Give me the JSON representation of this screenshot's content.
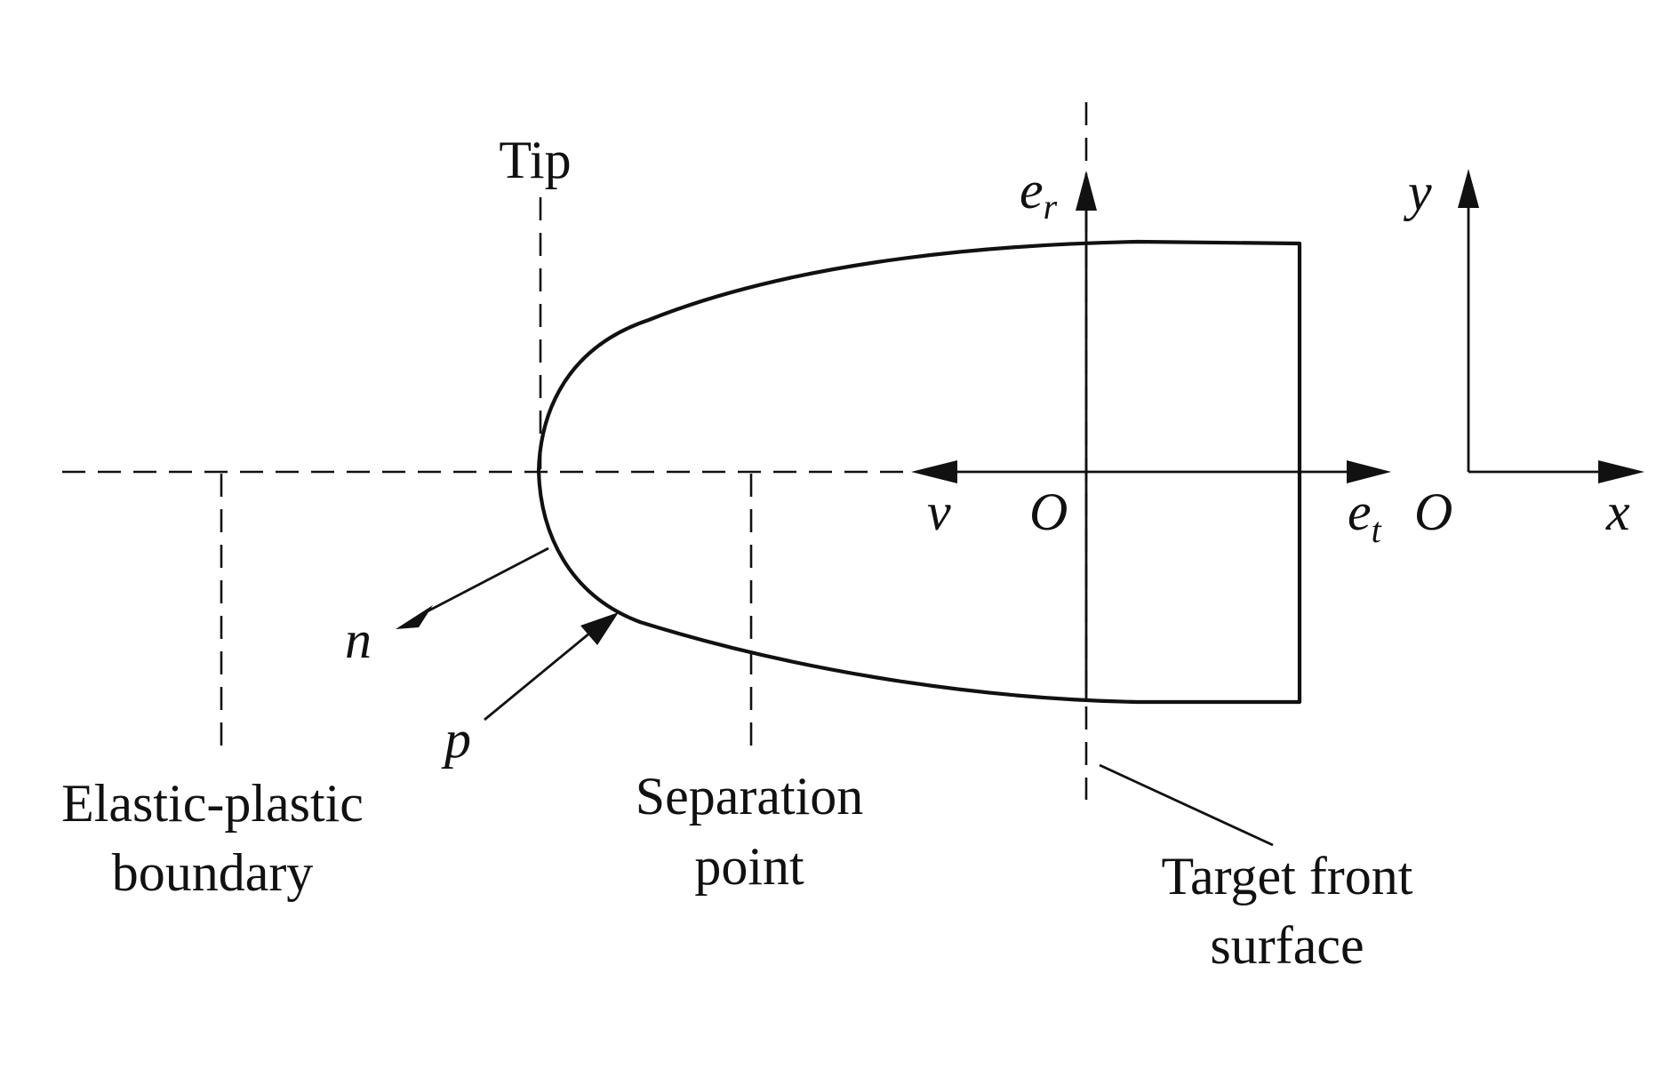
{
  "labels": {
    "tip": "Tip",
    "elastic_line1": "Elastic-plastic",
    "elastic_line2": "boundary",
    "separation_line1": "Separation",
    "separation_line2": "point",
    "target_line1": "Target front",
    "target_line2": "surface"
  },
  "symbols": {
    "n": "n",
    "p": "p",
    "v": "v",
    "origin_local": "O",
    "origin_global": "O",
    "e": "e",
    "e_r_sub": "r",
    "e_t_sub": "t",
    "x": "x",
    "y": "y"
  }
}
